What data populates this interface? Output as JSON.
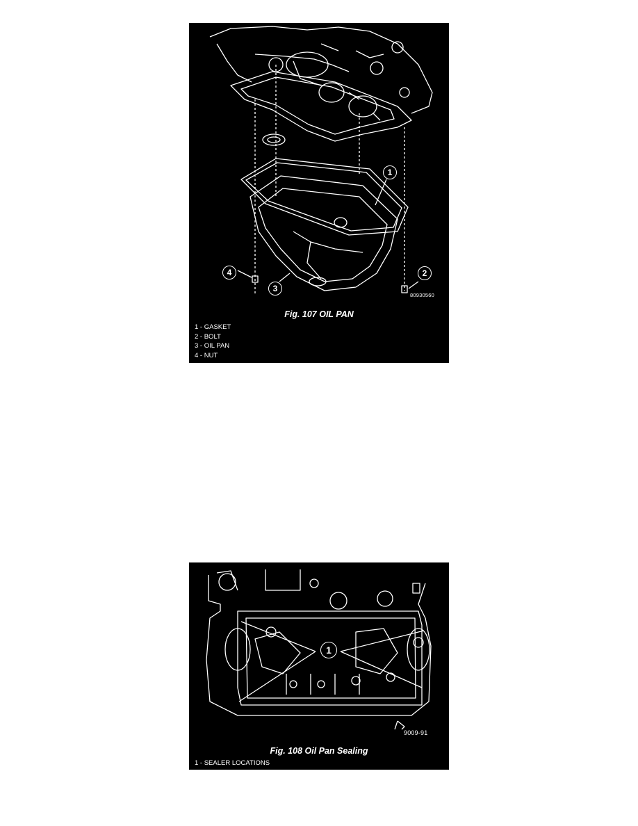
{
  "figure_107": {
    "title": "Fig. 107 OIL PAN",
    "image_code": "80930560",
    "callouts": [
      "1",
      "2",
      "3",
      "4"
    ],
    "legend": [
      "1 - GASKET",
      "2 - BOLT",
      "3 - OIL PAN",
      "4 - NUT"
    ]
  },
  "figure_108": {
    "title": "Fig. 108 Oil Pan Sealing",
    "image_code": "9009-91",
    "callouts": [
      "1"
    ],
    "legend": [
      "1 - SEALER LOCATIONS"
    ]
  }
}
